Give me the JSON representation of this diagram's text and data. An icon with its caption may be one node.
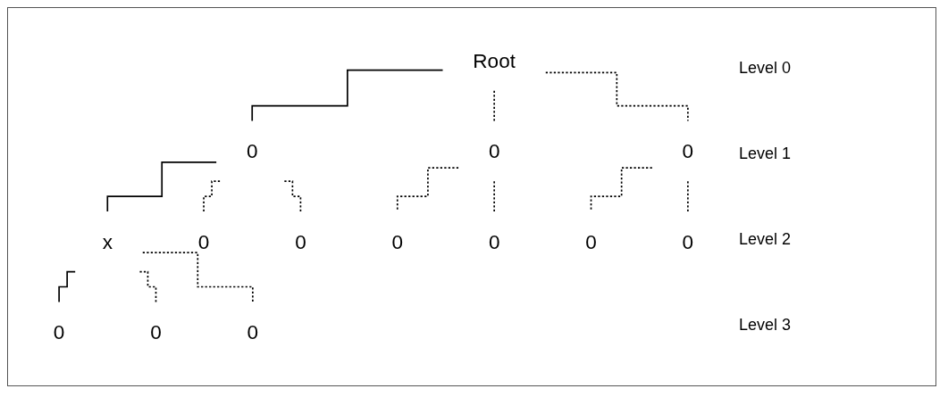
{
  "diagram": {
    "nodes": [
      {
        "text": [
          "Root"
        ]
      },
      {
        "text": [
          "0"
        ]
      },
      {
        "text": [
          "0"
        ]
      },
      {
        "text": [
          "0"
        ]
      },
      {
        "text": [
          "x"
        ]
      },
      {
        "text": [
          "0"
        ]
      },
      {
        "text": [
          "0"
        ]
      },
      {
        "text": [
          "0"
        ]
      },
      {
        "text": [
          "0"
        ]
      },
      {
        "text": [
          "0"
        ]
      },
      {
        "text": [
          "0"
        ]
      },
      {
        "text": [
          "0"
        ]
      },
      {
        "text": [
          "0"
        ]
      },
      {
        "text": [
          "0"
        ]
      }
    ],
    "edges": [
      {
        "from": 0,
        "to": 1,
        "arrow": "none"
      },
      {
        "from": 0,
        "to": 2,
        "arrow": "none",
        "style": "dashed"
      },
      {
        "from": 0,
        "to": 3,
        "arrow": "none",
        "style": "dashed"
      },
      {
        "from": 1,
        "to": 4,
        "arrow": "none"
      },
      {
        "from": 1,
        "to": 5,
        "arrow": "none",
        "style": "dashed"
      },
      {
        "from": 1,
        "to": 6,
        "arrow": "none",
        "style": "dashed"
      },
      {
        "from": 2,
        "to": 7,
        "arrow": "none",
        "style": "dashed"
      },
      {
        "from": 2,
        "to": 8,
        "arrow": "none",
        "style": "dashed"
      },
      {
        "from": 3,
        "to": 9,
        "arrow": "none",
        "style": "dashed"
      },
      {
        "from": 3,
        "to": 10,
        "arrow": "none",
        "style": "dashed"
      },
      {
        "from": 4,
        "to": 11,
        "arrow": "none"
      },
      {
        "from": 4,
        "to": 12,
        "arrow": "none",
        "style": "dashed"
      },
      {
        "from": 4,
        "to": 13,
        "arrow": "none",
        "style": "dashed"
      }
    ],
    "labels": [
      "Level 0",
      "Level 1",
      "Level 2",
      "Level 3"
    ]
  }
}
